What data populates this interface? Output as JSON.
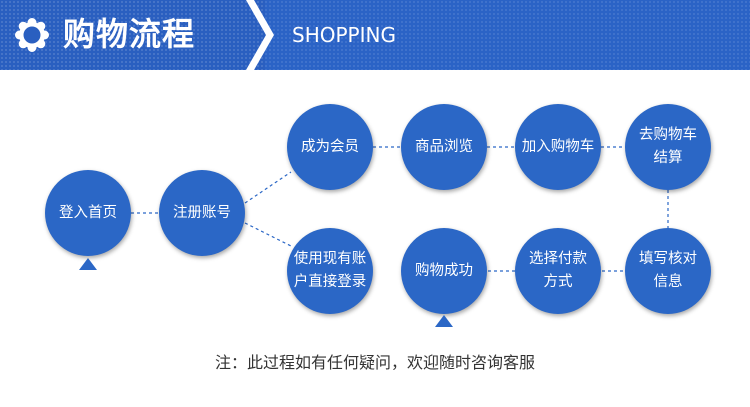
{
  "header": {
    "title": "购物流程",
    "subtitle": "SHOPPING"
  },
  "nodes": {
    "home": [
      "登入首页"
    ],
    "register": [
      "注册账号"
    ],
    "member": [
      "成为会员"
    ],
    "browse": [
      "商品浏览"
    ],
    "cart": [
      "加入购物车"
    ],
    "checkout": [
      "去购物车",
      "结算"
    ],
    "login_existing": [
      "使用现有账",
      "户直接登录"
    ],
    "success": [
      "购物成功"
    ],
    "payment": [
      "选择付款",
      "方式"
    ],
    "fill_info": [
      "填写核对",
      "信息"
    ]
  },
  "note": "注：此过程如有任何疑问，欢迎随时咨询客服",
  "colors": {
    "banner": "#2b63c6",
    "node": "#2b67c6",
    "connector": "#2b67c6",
    "text_on_blue": "#ffffff",
    "note_text": "#333333"
  }
}
